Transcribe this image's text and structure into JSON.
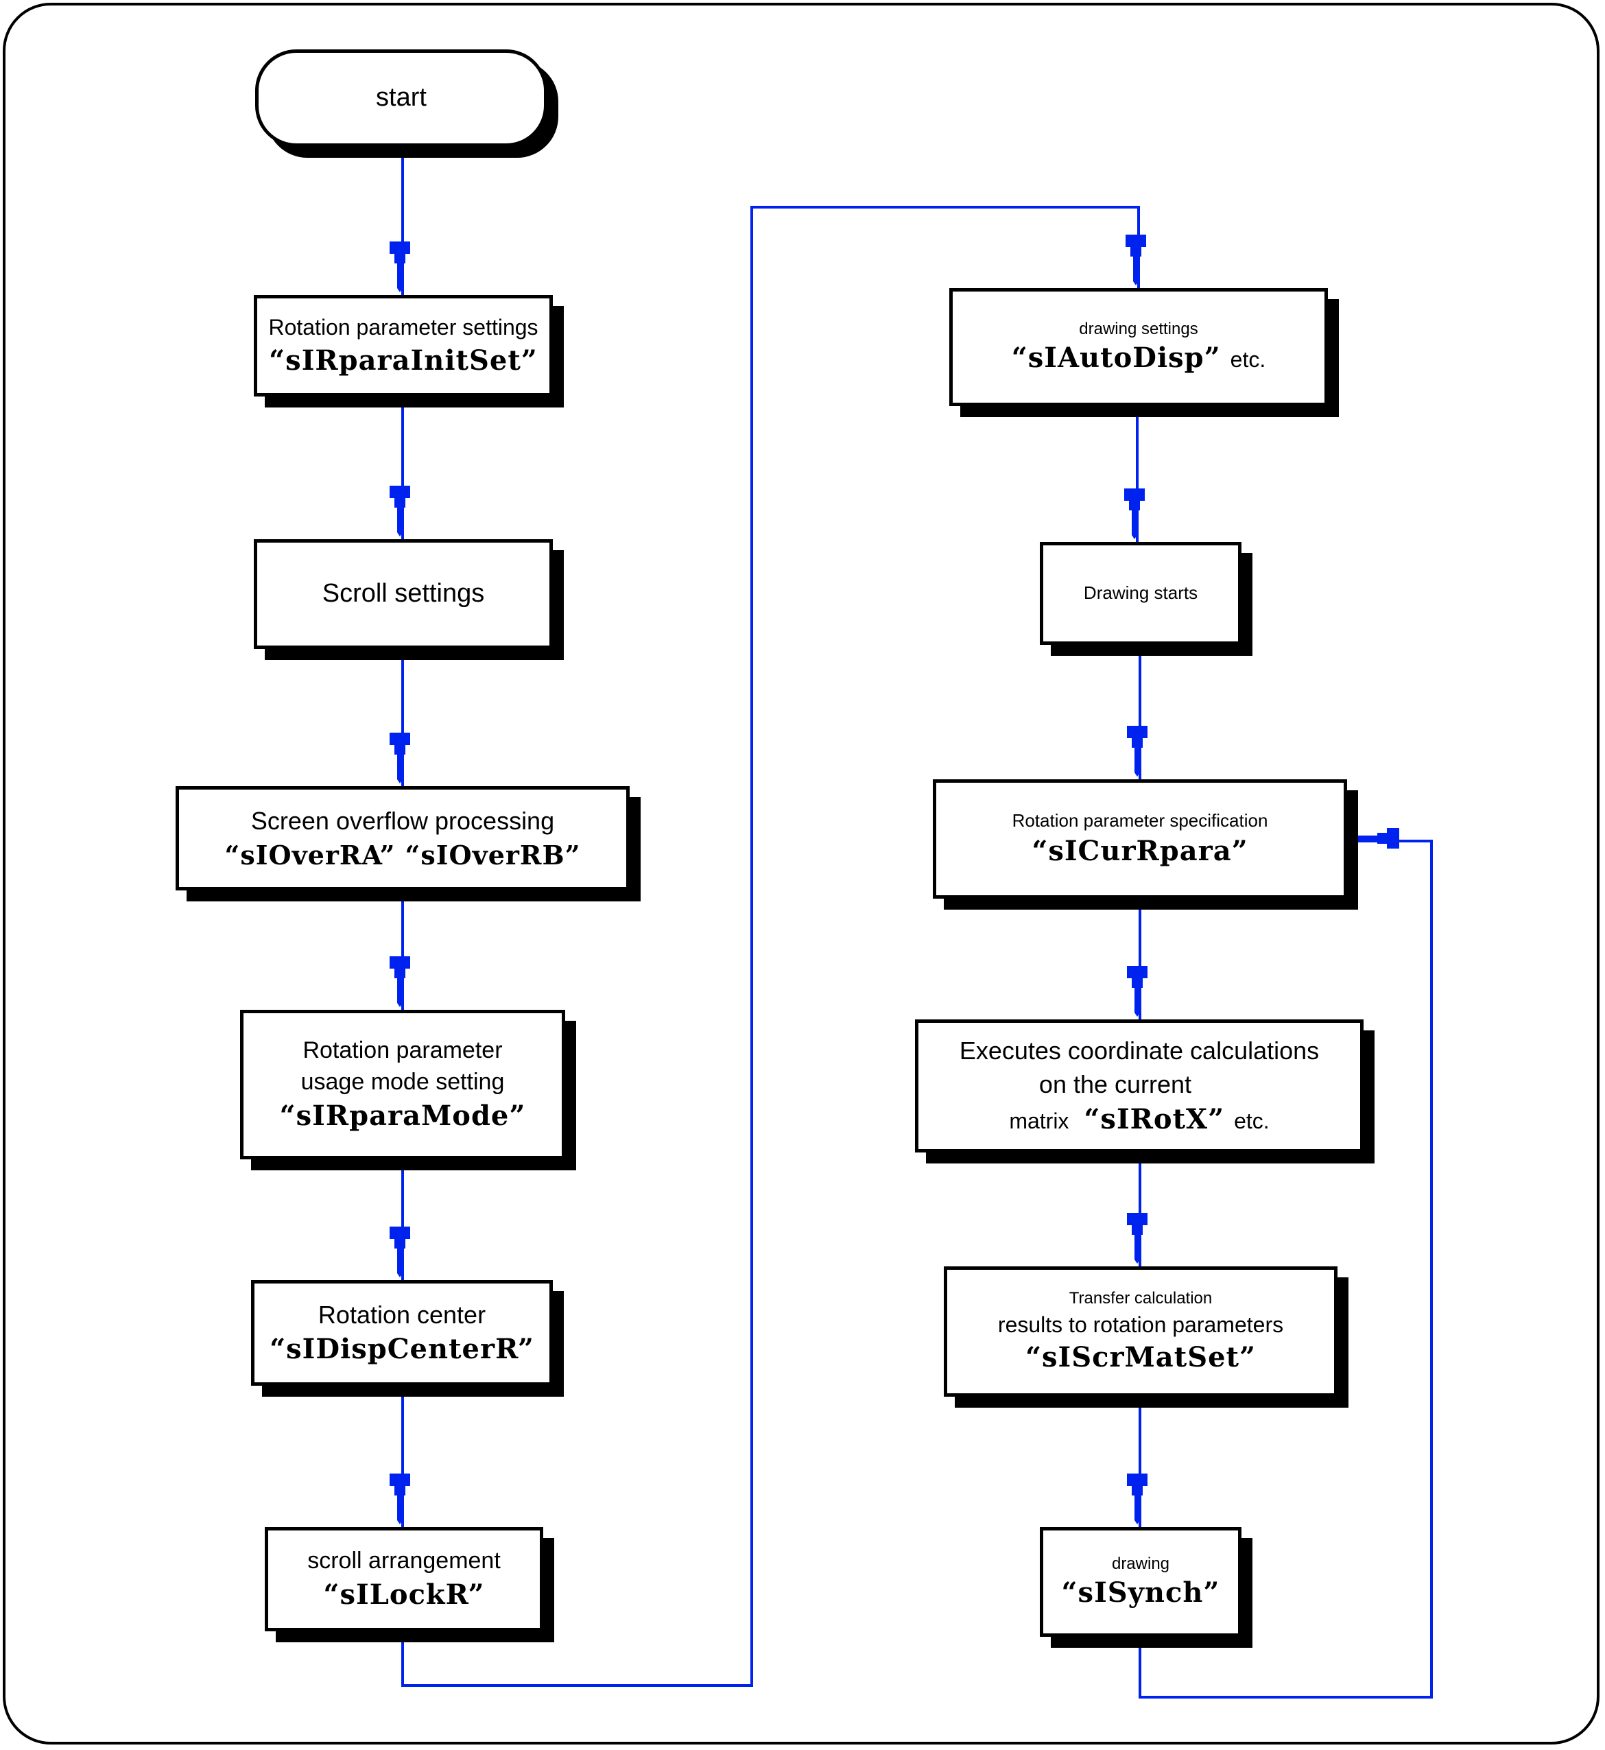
{
  "colors": {
    "connector": "#0022EE",
    "border": "#000000",
    "background": "#FFFFFF"
  },
  "nodes": {
    "start": {
      "label": "start"
    },
    "rot_param_settings": {
      "line1": "Rotation parameter settings",
      "code": "“sIRparaInitSet”"
    },
    "scroll_settings": {
      "line1": "Scroll settings"
    },
    "overflow": {
      "line1": "Screen overflow processing",
      "code": "“sIOverRA”  “sIOverRB”"
    },
    "usage_mode": {
      "line1": "Rotation parameter",
      "line2": "usage mode setting",
      "code": "“sIRparaMode”"
    },
    "rotation_center": {
      "line1": "Rotation center",
      "code": "“sIDispCenterR”"
    },
    "scroll_arrangement": {
      "line1": "scroll arrangement",
      "code": "“sILockR”"
    },
    "drawing_settings": {
      "line1": "drawing settings",
      "code": "“sIAutoDisp”",
      "suffix": "etc."
    },
    "drawing_starts": {
      "line1": "Drawing starts"
    },
    "rot_param_spec": {
      "line1": "Rotation parameter specification",
      "code": "“sICurRpara”"
    },
    "coord_calc": {
      "line1": "Executes coordinate calculations",
      "line2": "on the current",
      "prefix": "matrix",
      "code": "“sIRotX”",
      "suffix": "etc."
    },
    "transfer": {
      "line1": "Transfer calculation",
      "line2": "results to rotation parameters",
      "code": "“sIScrMatSet”"
    },
    "drawing": {
      "line1": "drawing",
      "code": "“sISynch”"
    }
  }
}
